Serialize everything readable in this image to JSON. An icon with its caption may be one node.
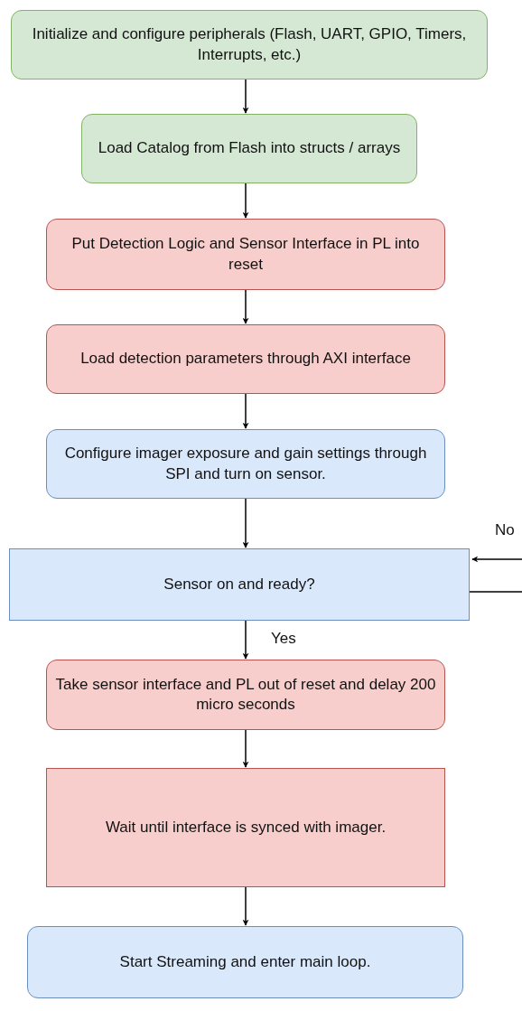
{
  "diagram": {
    "nodes": [
      {
        "text": [
          "Initialize and configure peripherals (Flash, UART, GPIO, Timers, Interrupts, etc.)"
        ]
      },
      {
        "text": [
          "Load Catalog from Flash into structs / arrays"
        ]
      },
      {
        "text": [
          "Put Detection Logic and Sensor Interface in PL into reset"
        ]
      },
      {
        "text": [
          "Load detection parameters through AXI interface"
        ]
      },
      {
        "text": [
          "Configure imager exposure and gain settings through SPI and turn on sensor."
        ]
      },
      {
        "text": [
          "Sensor on and ready?"
        ]
      },
      {
        "text": [
          "Take sensor interface and PL out of reset and delay 200 micro seconds"
        ]
      },
      {
        "text": [
          "Wait until interface is synced with imager."
        ]
      },
      {
        "text": [
          "Start Streaming and enter main loop."
        ]
      }
    ],
    "edges": [
      {
        "from": 0,
        "to": 1,
        "arrow": "to"
      },
      {
        "from": 1,
        "to": 2,
        "arrow": "to"
      },
      {
        "from": 2,
        "to": 3,
        "arrow": "to"
      },
      {
        "from": 3,
        "to": 4,
        "arrow": "to"
      },
      {
        "from": 4,
        "to": 5,
        "arrow": "to"
      },
      {
        "from": 5,
        "to": 5,
        "arrow": "to",
        "label": "No"
      },
      {
        "from": 5,
        "to": 6,
        "arrow": "to",
        "label": "Yes"
      },
      {
        "from": 6,
        "to": 7,
        "arrow": "to"
      },
      {
        "from": 7,
        "to": 8,
        "arrow": "to"
      }
    ]
  }
}
